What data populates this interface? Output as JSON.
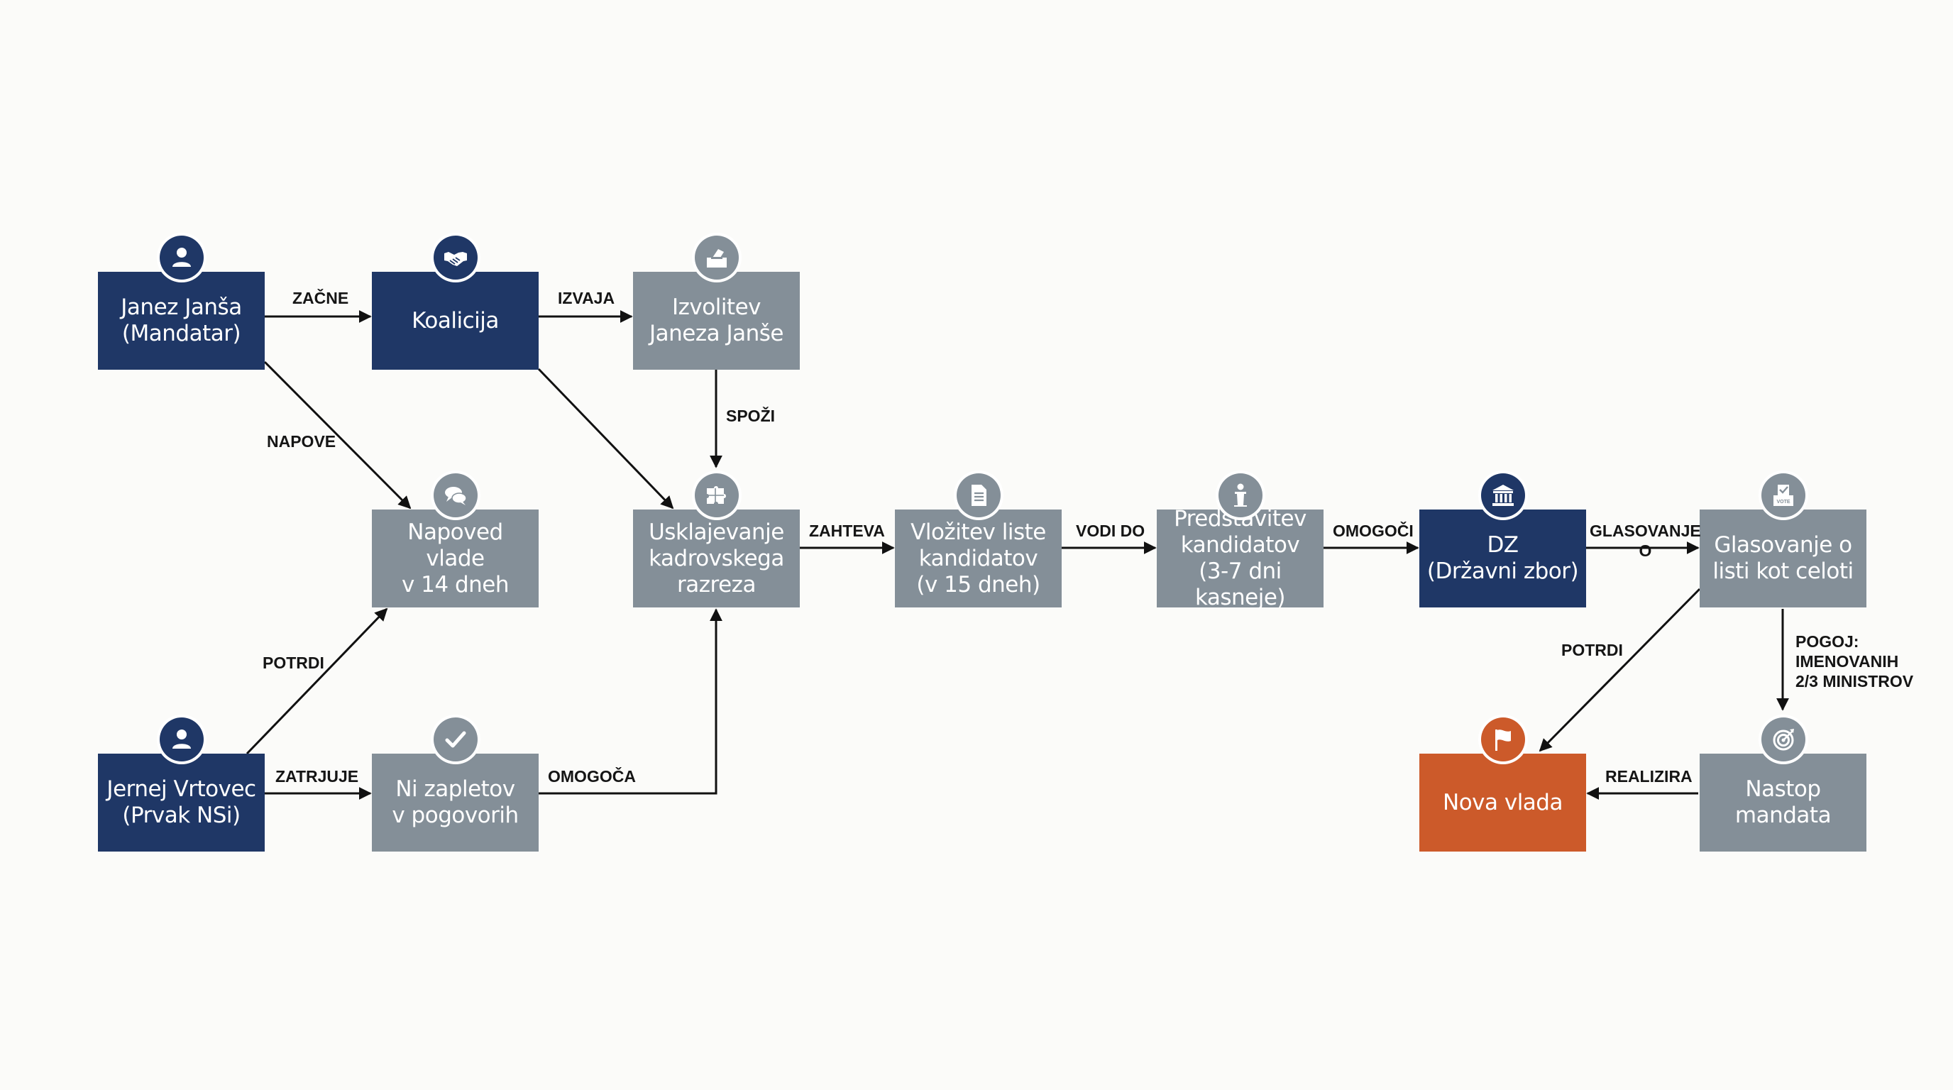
{
  "colors": {
    "navy": "#1f3766",
    "gray": "#848f98",
    "orange": "#cc5a2a",
    "edge": "#111111"
  },
  "nodes": [
    {
      "id": "jansa",
      "label": "Janez Janša\n(Mandatar)",
      "color": "navy",
      "icon": "person-icon"
    },
    {
      "id": "koalicija",
      "label": "Koalicija",
      "color": "navy",
      "icon": "handshake-icon"
    },
    {
      "id": "izvolitev",
      "label": "Izvolitev\nJaneza Janše",
      "color": "gray",
      "icon": "ballot-box-icon"
    },
    {
      "id": "napoved",
      "label": "Napoved vlade\nv 14 dneh",
      "color": "gray",
      "icon": "speech-bubbles-icon"
    },
    {
      "id": "usklajevanje",
      "label": "Usklajevanje\nkadrovskega\nrazreza",
      "color": "gray",
      "icon": "puzzle-icon"
    },
    {
      "id": "vlozitev",
      "label": "Vložitev liste\nkandidatov\n(v 15 dneh)",
      "color": "gray",
      "icon": "document-icon"
    },
    {
      "id": "predstavitev",
      "label": "Predstavitev\nkandidatov\n(3-7 dni kasneje)",
      "color": "gray",
      "icon": "podium-icon"
    },
    {
      "id": "dz",
      "label": "DZ\n(Državni zbor)",
      "color": "navy",
      "icon": "parliament-icon"
    },
    {
      "id": "glasovanje",
      "label": "Glasovanje o\nlisti kot celoti",
      "color": "gray",
      "icon": "vote-box-icon"
    },
    {
      "id": "vrtovec",
      "label": "Jernej Vrtovec\n(Prvak NSi)",
      "color": "navy",
      "icon": "person-icon"
    },
    {
      "id": "zapletov",
      "label": "Ni zapletov\nv pogovorih",
      "color": "gray",
      "icon": "checkmark-icon"
    },
    {
      "id": "nova_vlada",
      "label": "Nova vlada",
      "color": "orange",
      "icon": "flag-icon"
    },
    {
      "id": "nastop",
      "label": "Nastop\nmandata",
      "color": "gray",
      "icon": "target-icon"
    }
  ],
  "edges": [
    {
      "from": "jansa",
      "to": "koalicija",
      "label": "ZAČNE"
    },
    {
      "from": "koalicija",
      "to": "izvolitev",
      "label": "IZVAJA"
    },
    {
      "from": "jansa",
      "to": "napoved",
      "label": "NAPOVE"
    },
    {
      "from": "koalicija",
      "to": "usklajevanje",
      "label": ""
    },
    {
      "from": "izvolitev",
      "to": "usklajevanje",
      "label": "SPOŽI"
    },
    {
      "from": "usklajevanje",
      "to": "vlozitev",
      "label": "ZAHTEVA"
    },
    {
      "from": "vlozitev",
      "to": "predstavitev",
      "label": "VODI DO"
    },
    {
      "from": "predstavitev",
      "to": "dz",
      "label": "OMOGOČI"
    },
    {
      "from": "dz",
      "to": "glasovanje",
      "label": "GLASOVANJE\nO"
    },
    {
      "from": "vrtovec",
      "to": "napoved",
      "label": "POTRDI"
    },
    {
      "from": "vrtovec",
      "to": "zapletov",
      "label": "ZATRJUJE"
    },
    {
      "from": "zapletov",
      "to": "usklajevanje",
      "label": "OMOGOČA"
    },
    {
      "from": "glasovanje",
      "to": "nova_vlada",
      "label": "POTRDI"
    },
    {
      "from": "glasovanje",
      "to": "nastop",
      "label": "POGOJ:\nIMENOVANIH\n2/3 MINISTROV"
    },
    {
      "from": "nastop",
      "to": "nova_vlada",
      "label": "REALIZIRA"
    }
  ]
}
